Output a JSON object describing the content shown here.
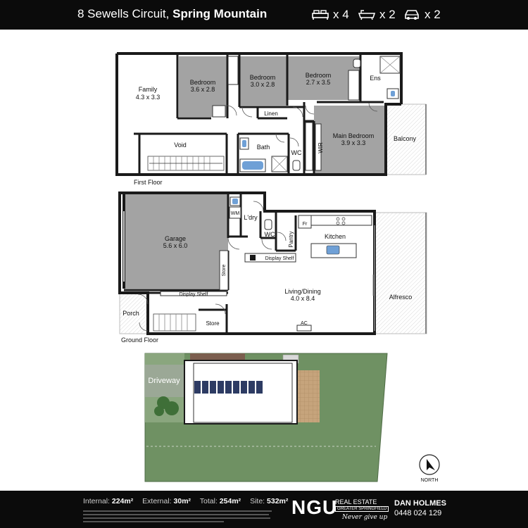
{
  "header": {
    "address_street": "8 Sewells Circuit,",
    "address_suburb": "Spring Mountain",
    "features": [
      {
        "name": "bed-icon",
        "count": "x 4"
      },
      {
        "name": "bath-icon",
        "count": "x 2"
      },
      {
        "name": "car-icon",
        "count": "x 2"
      }
    ]
  },
  "first_floor": {
    "label": "First Floor",
    "rooms": {
      "family": {
        "name": "Family",
        "size": "4.3 x 3.3"
      },
      "bedroom1": {
        "name": "Bedroom",
        "size": "3.6 x 2.8"
      },
      "bedroom2": {
        "name": "Bedroom",
        "size": "3.0 x 2.8"
      },
      "bedroom3": {
        "name": "Bedroom",
        "size": "2.7 x 3.5"
      },
      "ensuite": {
        "name": "Ens"
      },
      "linen": {
        "name": "Linen"
      },
      "void": {
        "name": "Void"
      },
      "bath": {
        "name": "Bath"
      },
      "wc": {
        "name": "WC"
      },
      "wir": {
        "name": "WIR"
      },
      "main_bedroom": {
        "name": "Main Bedroom",
        "size": "3.9 x 3.3"
      },
      "balcony": {
        "name": "Balcony"
      }
    }
  },
  "ground_floor": {
    "label": "Ground Floor",
    "rooms": {
      "garage": {
        "name": "Garage",
        "size": "5.6 x 6.0"
      },
      "wm": {
        "name": "WM"
      },
      "laundry": {
        "name": "L'dry"
      },
      "wc": {
        "name": "WC"
      },
      "pantry": {
        "name": "Pantry"
      },
      "fridge": {
        "name": "Fr"
      },
      "kitchen": {
        "name": "Kitchen"
      },
      "display_shelf_1": {
        "name": "Display Shelf"
      },
      "store_1": {
        "name": "Store"
      },
      "display_shelf_2": {
        "name": "Display Shelf"
      },
      "living_dining": {
        "name": "Living/Dining",
        "size": "4.0 x 8.4"
      },
      "alfresco": {
        "name": "Alfresco"
      },
      "porch": {
        "name": "Porch"
      },
      "store_2": {
        "name": "Store"
      },
      "ac": {
        "name": "AC"
      }
    }
  },
  "site_plan": {
    "driveway": "Driveway",
    "north": "NORTH"
  },
  "footer": {
    "internal_label": "Internal:",
    "internal_value": "224m²",
    "external_label": "External:",
    "external_value": "30m²",
    "total_label": "Total:",
    "total_value": "254m²",
    "site_label": "Site:",
    "site_value": "532m²",
    "logo": "NGU",
    "brand_top": "REAL ESTATE",
    "brand_sub": "GREATER SPRINGFIELD",
    "tagline": "Never give up",
    "agent_name": "DAN HOLMES",
    "agent_phone": "0448 024 129"
  },
  "colors": {
    "header_bg": "#0b0b0b",
    "room_grey": "#a3a3a3",
    "wall": "#1a1a1a",
    "lawn": "#6f9163",
    "paving": "#c6a47c"
  }
}
